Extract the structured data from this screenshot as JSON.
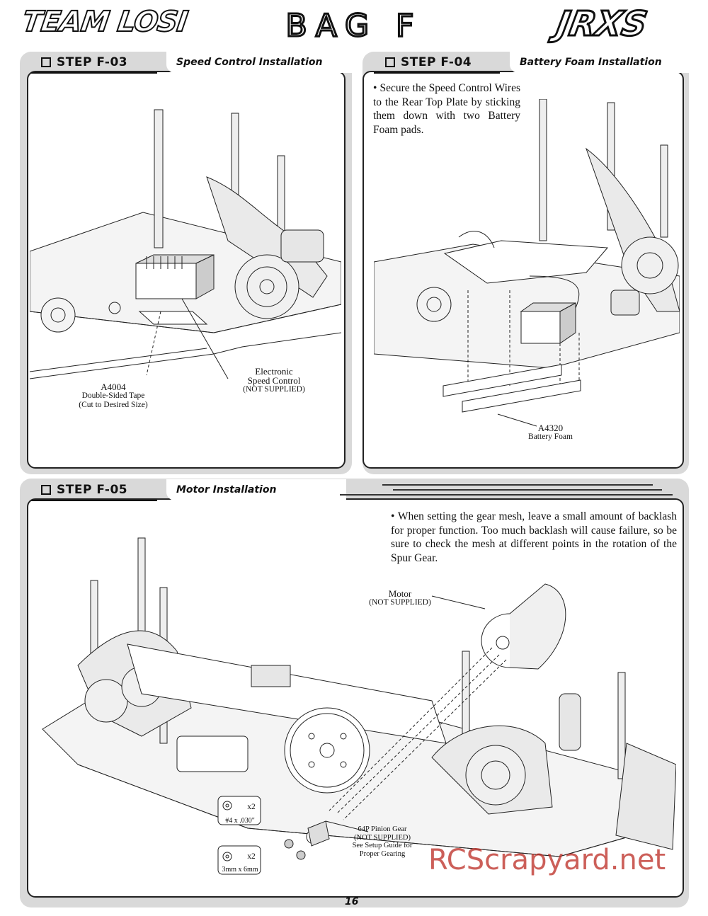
{
  "header": {
    "logo_left": "TEAM LOSI",
    "title": "BAG F",
    "logo_right": "JRXS"
  },
  "steps": [
    {
      "label": "STEP F-03",
      "title": "Speed Control Installation",
      "callouts": [
        {
          "part": "A4004",
          "line1": "Double-Sided Tape",
          "line2": "(Cut to Desired Size)"
        },
        {
          "part": "Electronic",
          "line1": "Speed Control",
          "line2": "(NOT SUPPLIED)"
        }
      ]
    },
    {
      "label": "STEP F-04",
      "title": "Battery Foam Installation",
      "note": "• Secure the Speed Control Wires to the Rear Top Plate by sticking them down with two Battery Foam pads.",
      "callouts": [
        {
          "part": "A4320",
          "line1": "Battery Foam"
        }
      ]
    },
    {
      "label": "STEP F-05",
      "title": "Motor Installation",
      "note": "• When setting the gear mesh, leave a small amount of backlash for proper function. Too much backlash will cause failure, so be sure to check the mesh at different points in the rotation of the Spur Gear.",
      "callouts": [
        {
          "part": "Motor",
          "line1": "(NOT SUPPLIED)"
        },
        {
          "part": "64P Pinion Gear",
          "line1": "(NOT SUPPLIED)",
          "line2": "See Setup Guide for",
          "line3": "Proper Gearing"
        }
      ],
      "hardware": [
        {
          "qty": "x2",
          "size": "#4 x .030\""
        },
        {
          "qty": "x2",
          "size": "3mm x 6mm"
        }
      ]
    }
  ],
  "footer": {
    "page_number": "16",
    "watermark": "RCScrapyard.net"
  }
}
